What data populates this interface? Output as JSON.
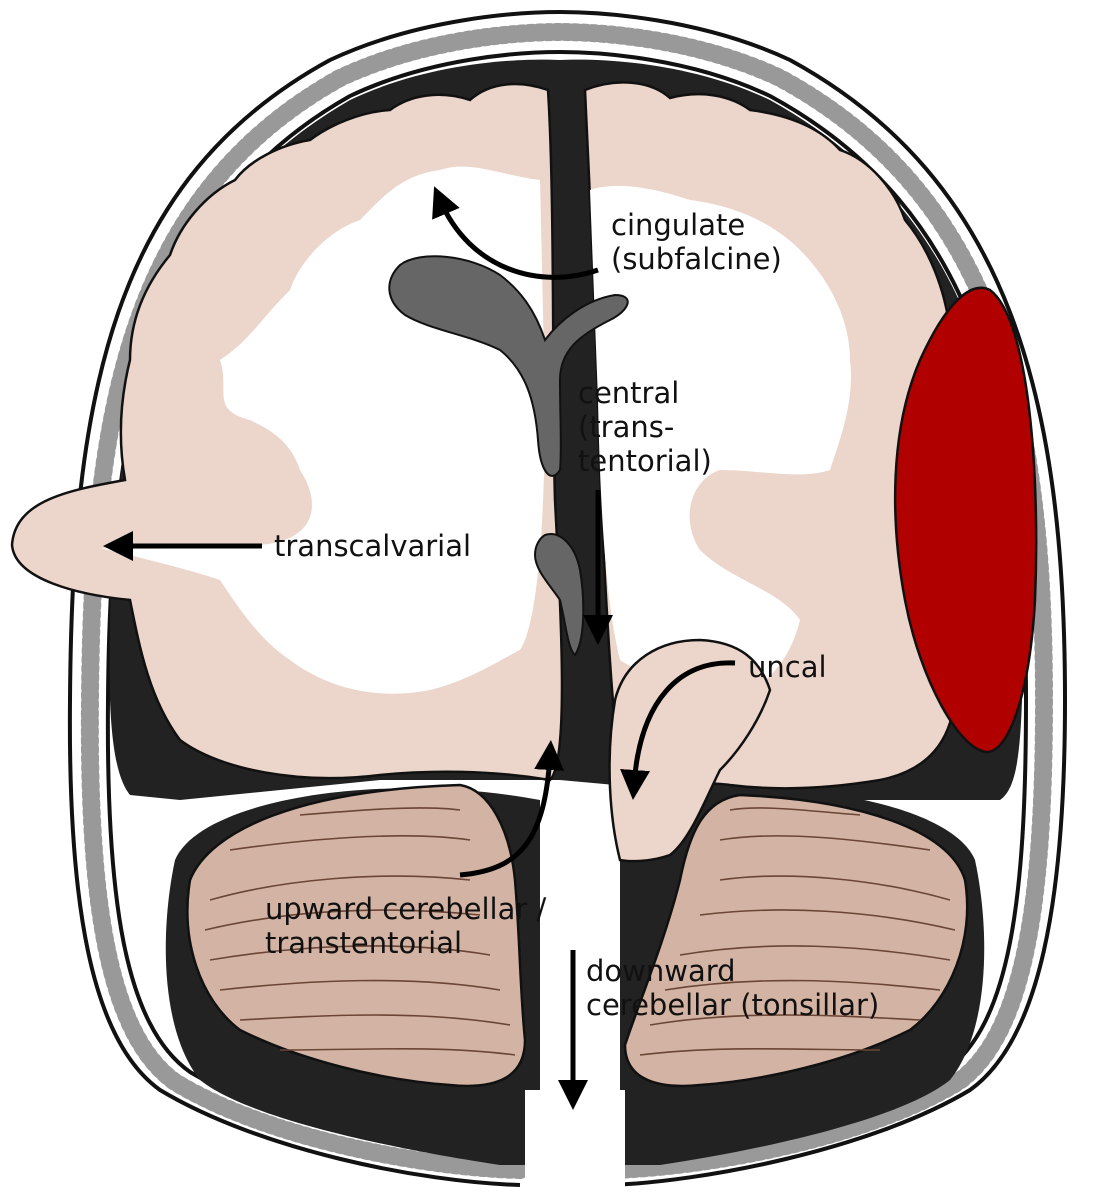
{
  "colors": {
    "dura": "#222222",
    "skull_outline": "#111111",
    "cortex": "#ecd5cb",
    "white_matter": "#ffffff",
    "ventricle": "#666666",
    "hematoma": "#b00000",
    "cerebellum": "#d3b3a3",
    "folia_line": "#6b4535",
    "arrow": "#000000"
  },
  "labels": {
    "cingulate": {
      "line1": "cingulate",
      "line2": "(subfalcine)"
    },
    "central": {
      "line1": "central",
      "line2": "(trans-",
      "line3": "tentorial)"
    },
    "transcalvarial": {
      "line1": "transcalvarial"
    },
    "uncal": {
      "line1": "uncal"
    },
    "upward": {
      "line1": "upward cerebellar /",
      "line2": "transtentorial"
    },
    "downward": {
      "line1": "downward",
      "line2": "cerebellar (tonsillar)"
    }
  }
}
